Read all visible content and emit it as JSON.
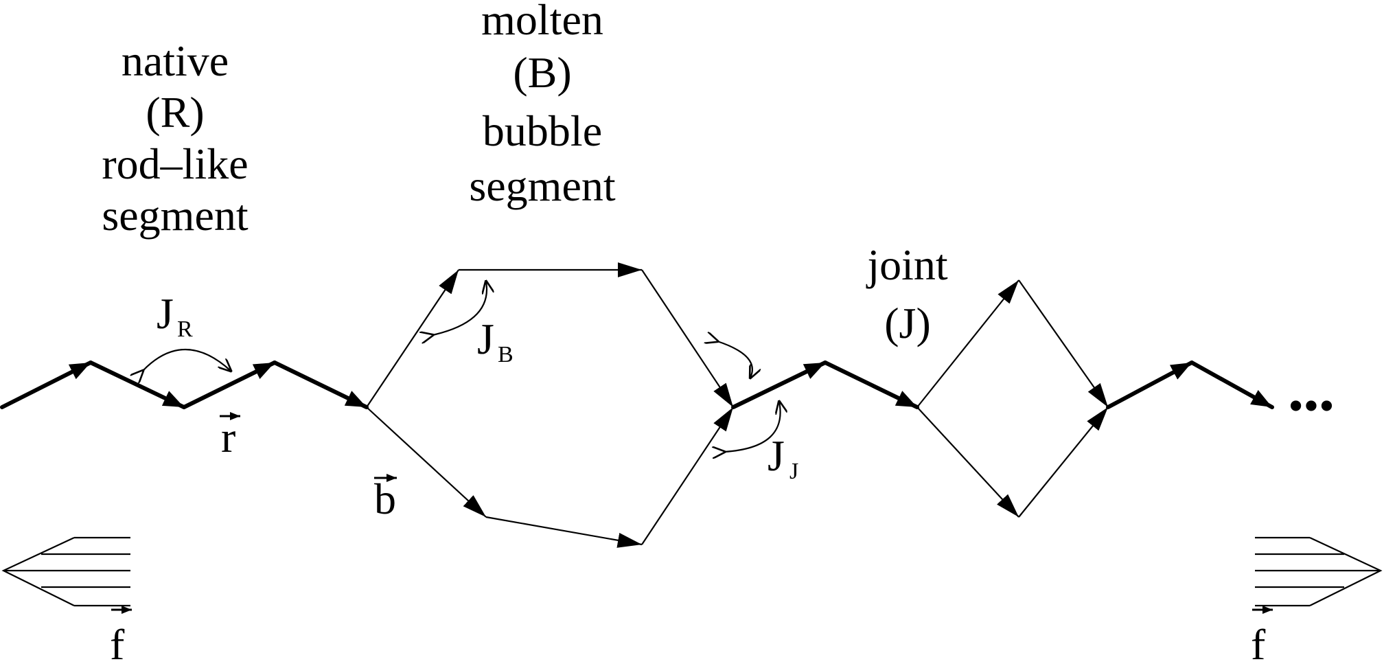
{
  "labels": {
    "native": [
      "native",
      "(R)",
      "rod–like",
      "segment"
    ],
    "molten": [
      "molten",
      "(B)",
      "bubble",
      "segment"
    ],
    "joint": [
      "joint",
      "(J)"
    ],
    "JR_main": "J",
    "JR_sub": "R",
    "JB_main": "J",
    "JB_sub": "B",
    "JJ_main": "J",
    "JJ_sub": "J",
    "r_vec": "r",
    "b_vec": "b",
    "f_vec_left": "f",
    "f_vec_right": "f",
    "ellipsis": "•••"
  }
}
